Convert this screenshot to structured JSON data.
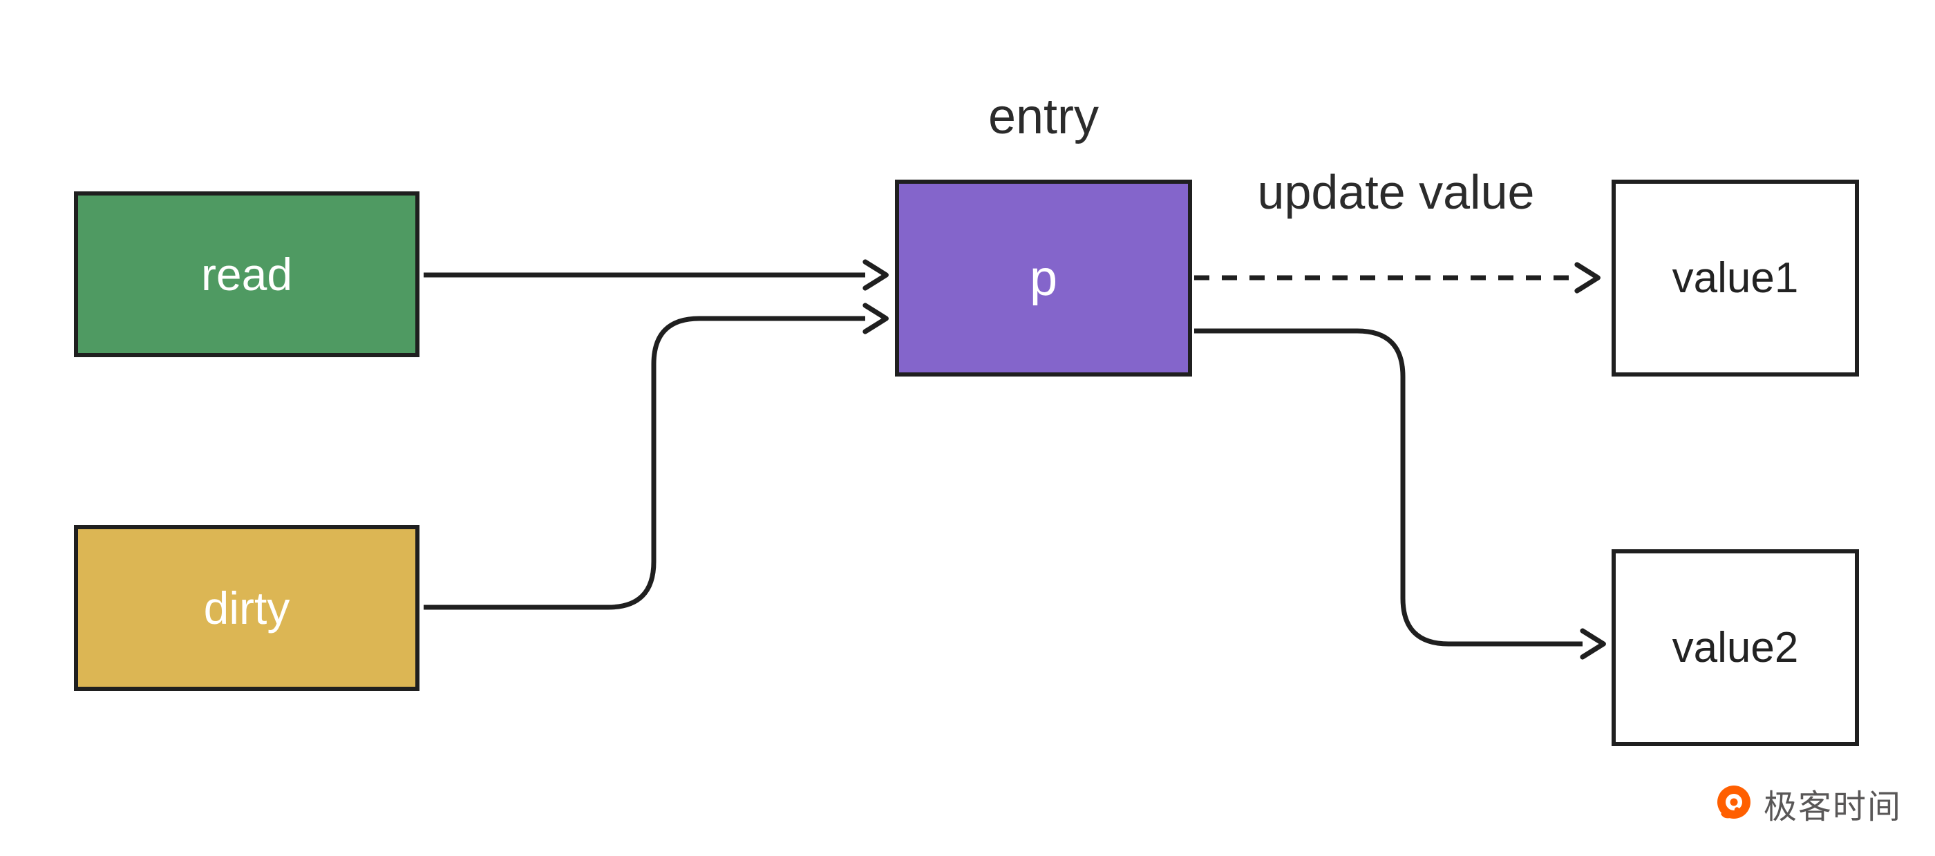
{
  "diagram": {
    "background": "#ffffff",
    "stroke_color": "#1f1f1f",
    "nodes": {
      "read": {
        "label": "read",
        "fill": "#4f9a62",
        "text_color": "#ffffff"
      },
      "dirty": {
        "label": "dirty",
        "fill": "#dcb654",
        "text_color": "#ffffff"
      },
      "p": {
        "label": "p",
        "fill": "#8465cb",
        "text_color": "#ffffff"
      },
      "value1": {
        "label": "value1",
        "fill": "#ffffff",
        "text_color": "#222222"
      },
      "value2": {
        "label": "value2",
        "fill": "#ffffff",
        "text_color": "#222222"
      }
    },
    "labels": {
      "entry": "entry",
      "update_value": "update value"
    },
    "edges": [
      {
        "from": "read",
        "to": "p",
        "style": "solid"
      },
      {
        "from": "dirty",
        "to": "p",
        "style": "solid"
      },
      {
        "from": "p",
        "to": "value1",
        "style": "dashed",
        "label": "update value"
      },
      {
        "from": "p",
        "to": "value2",
        "style": "solid"
      }
    ]
  },
  "footer": {
    "brand": "极客时间",
    "brand_color": "#ff5f00"
  }
}
